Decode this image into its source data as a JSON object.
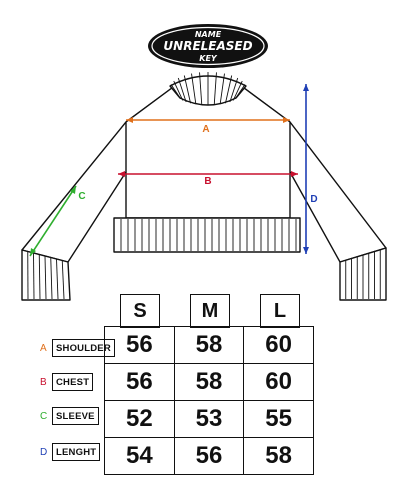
{
  "logo": {
    "line1": "NAME",
    "line2": "UNRELEASED",
    "line3": "KEY"
  },
  "colors": {
    "A": "#e0701c",
    "B": "#c8102e",
    "C": "#2fae2f",
    "D": "#1f3fb5",
    "ink": "#111111"
  },
  "measurements": {
    "A": "A",
    "B": "B",
    "C": "C",
    "D": "D"
  },
  "size_table": {
    "sizes": [
      "S",
      "M",
      "L"
    ],
    "rows": [
      {
        "letter": "A",
        "name": "SHOULDER",
        "values": [
          "56",
          "58",
          "60"
        ]
      },
      {
        "letter": "B",
        "name": "CHEST",
        "values": [
          "56",
          "58",
          "60"
        ]
      },
      {
        "letter": "C",
        "name": "SLEEVE",
        "values": [
          "52",
          "53",
          "55"
        ]
      },
      {
        "letter": "D",
        "name": "LENGHT",
        "values": [
          "54",
          "56",
          "58"
        ]
      }
    ]
  }
}
